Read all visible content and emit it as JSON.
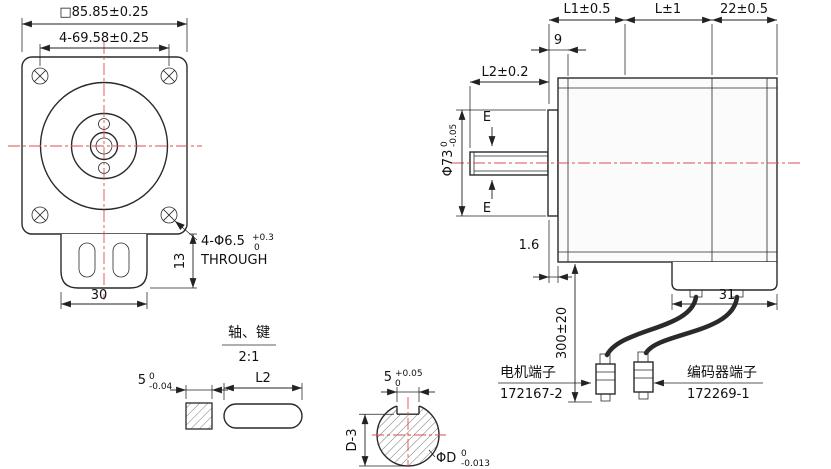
{
  "front_view": {
    "dim_square": "□85.85±0.25",
    "dim_bolt_circle": "4-69.58±0.25",
    "hole_callout": {
      "base": "4-Φ6.5",
      "sup": "+0.3",
      "sub": "0",
      "note": "THROUGH"
    },
    "dim_boss_height": "13",
    "dim_boss_width": "30"
  },
  "side_view": {
    "dim_l1": "L1±0.5",
    "dim_l": "L±1",
    "dim_rear": "22±0.5",
    "dim_pilot_depth": "9",
    "dim_shaft_length": "L2±0.2",
    "dim_pilot_dia": {
      "base": "Φ73",
      "sup": "0",
      "sub": "-0.05"
    },
    "section_label": "E",
    "dim_step": "1.6",
    "dim_cable_length": "300±20",
    "dim_connector_width": "31",
    "motor_terminal": {
      "label": "电机端子",
      "part": "172167-2"
    },
    "encoder_terminal": {
      "label": "编码器端子",
      "part": "172269-1"
    }
  },
  "detail_view": {
    "title": "轴、键",
    "scale": "2:1",
    "dim_key_width": {
      "base": "5",
      "sup": "0",
      "sub": "-0.04"
    },
    "dim_key_length": "L2",
    "dim_keyway_width": {
      "base": "5",
      "sup": "+0.05",
      "sub": "0"
    },
    "dim_flat_depth": "D-3",
    "dim_shaft_dia": {
      "base": "ΦD",
      "sup": "0",
      "sub": "-0.013"
    }
  },
  "colors": {
    "line": "#2a2a2a",
    "centerline": "#d94f4f",
    "background": "#ffffff"
  }
}
